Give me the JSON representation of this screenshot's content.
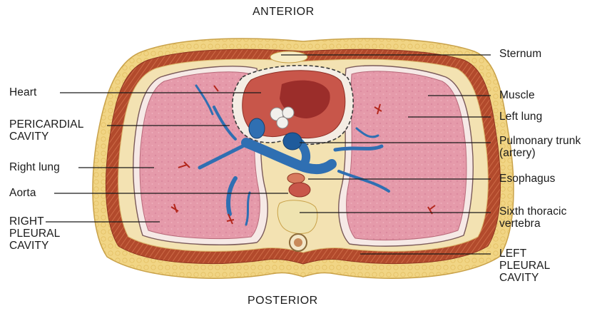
{
  "orientation": {
    "top": "ANTERIOR",
    "bottom": "POSTERIOR"
  },
  "labels_left": {
    "heart": "Heart",
    "pericardial_cavity": "PERICARDIAL\nCAVITY",
    "right_lung": "Right lung",
    "aorta": "Aorta",
    "right_pleural_cavity": "RIGHT\nPLEURAL\nCAVITY"
  },
  "labels_right": {
    "sternum": "Sternum",
    "muscle": "Muscle",
    "left_lung": "Left lung",
    "pulmonary_trunk": "Pulmonary trunk\n(artery)",
    "esophagus": "Esophagus",
    "sixth_thoracic_vertebra": "Sixth thoracic\nvertebra",
    "left_pleural_cavity": "LEFT\nPLEURAL\nCAVITY"
  },
  "colors": {
    "fat": "#f1d585",
    "muscle": "#b24a2c",
    "lung": "#e59aaa",
    "pleura": "#f6e9e6",
    "heart": "#c8564a",
    "vessel_blue": "#2f6fb2",
    "leader_line": "#1a1a1a"
  }
}
